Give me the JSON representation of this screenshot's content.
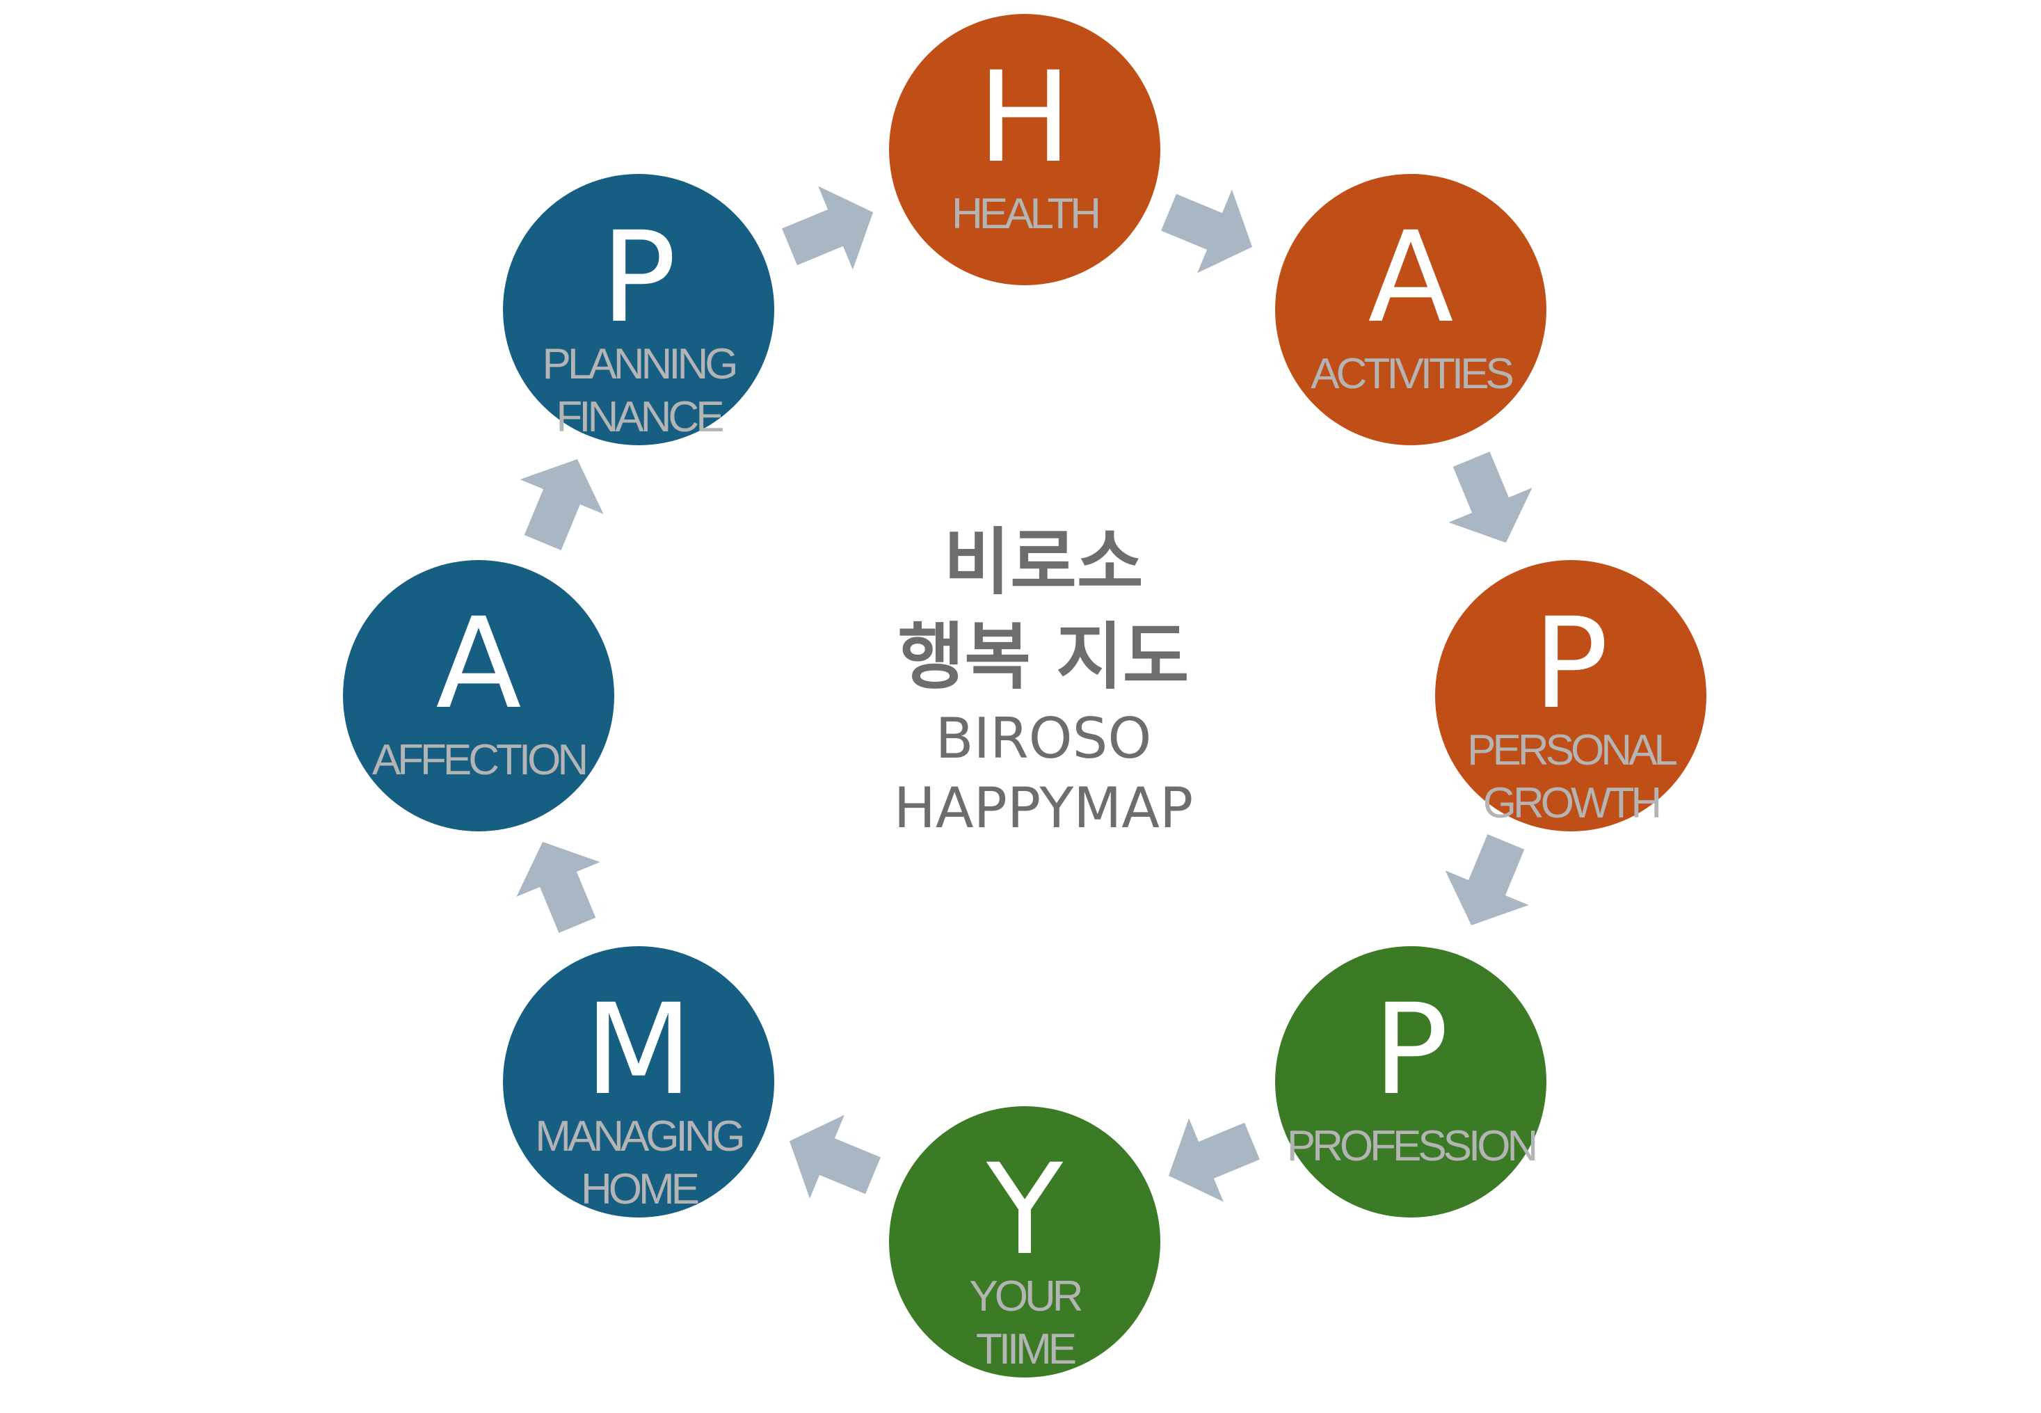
{
  "colors": {
    "orange": "#bf4f16",
    "green": "#3b7b25",
    "blue": "#175e83",
    "arrow": "#a9b6c3",
    "label": "#b4b4b4",
    "center_text": "#6d6d6d"
  },
  "center": {
    "title_ko_line1": "비로소",
    "title_ko_line2": "행복 지도",
    "title_en_line1": "BIROSO",
    "title_en_line2": "HAPPYMAP"
  },
  "nodes": [
    {
      "letter": "H",
      "label": [
        "HEALTH"
      ],
      "color": "orange"
    },
    {
      "letter": "A",
      "label": [
        "ACTIVITIES"
      ],
      "color": "orange"
    },
    {
      "letter": "P",
      "label": [
        "PERSONAL",
        "GROWTH"
      ],
      "color": "orange"
    },
    {
      "letter": "P",
      "label": [
        "PROFESSION"
      ],
      "color": "green"
    },
    {
      "letter": "Y",
      "label": [
        "YOUR",
        "TIIME"
      ],
      "color": "green"
    },
    {
      "letter": "M",
      "label": [
        "MANAGING",
        "HOME"
      ],
      "color": "blue"
    },
    {
      "letter": "A",
      "label": [
        "AFFECTION"
      ],
      "color": "blue"
    },
    {
      "letter": "P",
      "label": [
        "PLANNING",
        "FINANCE"
      ],
      "color": "blue"
    }
  ],
  "arrows": [
    {
      "icon": "arrow-right-icon"
    },
    {
      "icon": "arrow-right-icon"
    },
    {
      "icon": "arrow-right-icon"
    },
    {
      "icon": "arrow-right-icon"
    },
    {
      "icon": "arrow-right-icon"
    },
    {
      "icon": "arrow-right-icon"
    },
    {
      "icon": "arrow-right-icon"
    },
    {
      "icon": "arrow-right-icon"
    }
  ]
}
